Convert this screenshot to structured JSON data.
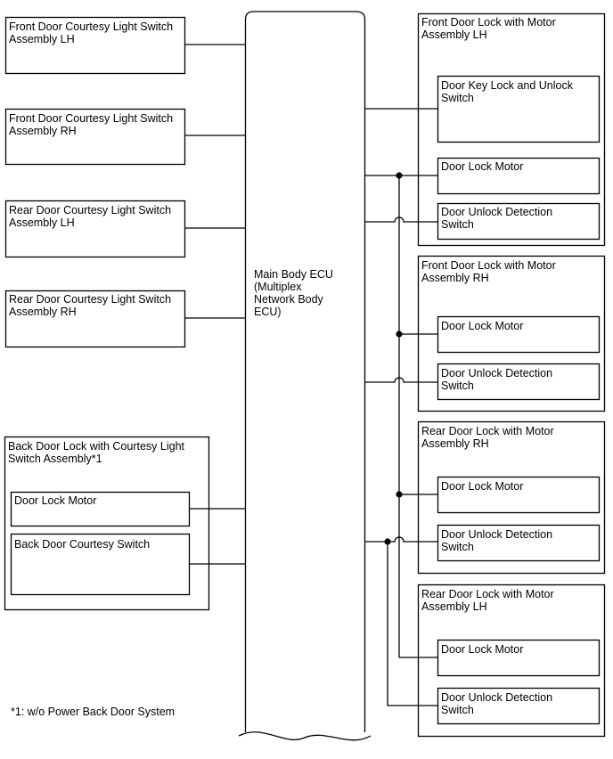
{
  "left_components": {
    "fr_lh": "Front Door Courtesy Light Switch\nAssembly LH",
    "fr_rh": "Front Door Courtesy Light Switch\nAssembly RH",
    "rr_lh": "Rear Door Courtesy Light Switch\nAssembly LH",
    "rr_rh": "Rear Door Courtesy Light Switch\nAssembly RH",
    "back_door": {
      "title": "Back Door Lock with Courtesy Light\nSwitch Assembly*1",
      "motor": "Door Lock Motor",
      "courtesy_switch": "Back Door Courtesy Switch"
    }
  },
  "ecu": {
    "label": "Main Body ECU\n(Multiplex\nNetwork Body\nECU)"
  },
  "right_components": {
    "front_lh": {
      "title": "Front Door Lock with Motor\nAssembly LH",
      "key_switch": "Door Key Lock and Unlock\nSwitch",
      "motor": "Door Lock Motor",
      "unlock_switch": "Door Unlock Detection\nSwitch"
    },
    "front_rh": {
      "title": "Front Door Lock with Motor\nAssembly RH",
      "motor": "Door Lock Motor",
      "unlock_switch": "Door Unlock Detection\nSwitch"
    },
    "rear_rh": {
      "title": "Rear Door Lock with Motor\nAssembly RH",
      "motor": "Door Lock Motor",
      "unlock_switch": "Door Unlock Detection\nSwitch"
    },
    "rear_lh": {
      "title": "Rear Door Lock with Motor\nAssembly LH",
      "motor": "Door Lock Motor",
      "unlock_switch": "Door Unlock Detection\nSwitch"
    }
  },
  "footnote": "*1: w/o Power Back Door System"
}
